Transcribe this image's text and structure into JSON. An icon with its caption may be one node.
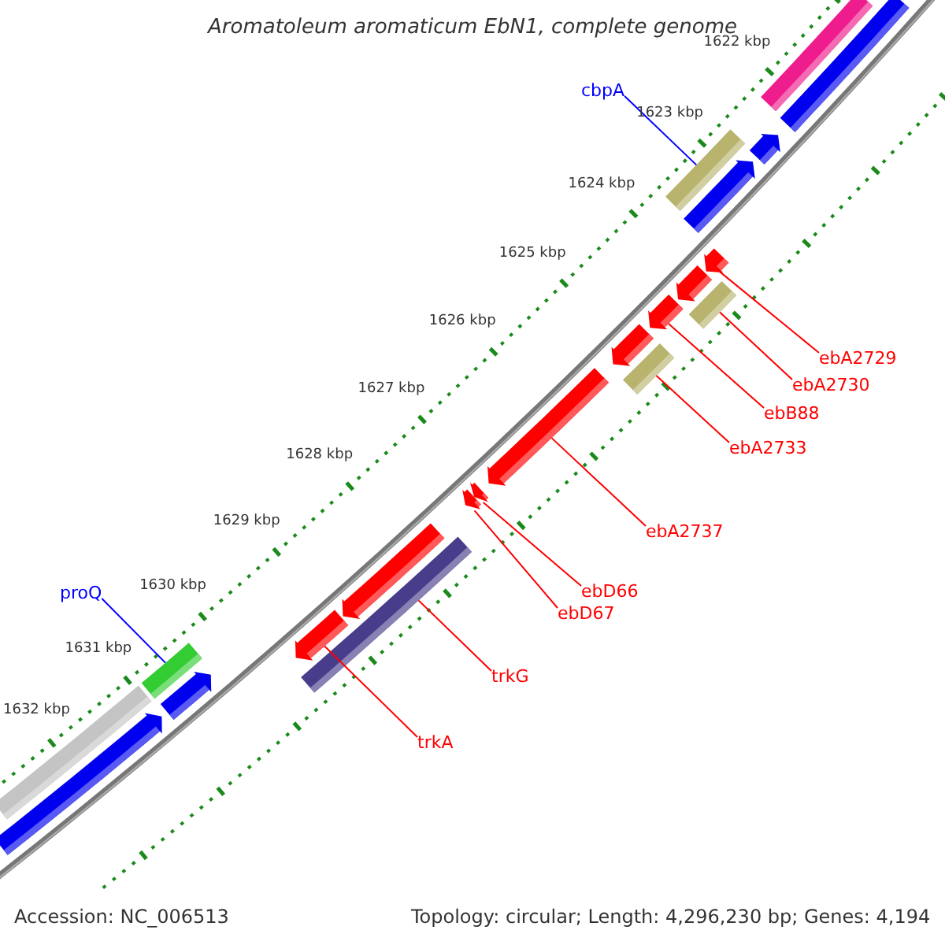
{
  "diagram": {
    "title": "Aromatoleum aromaticum EbN1, complete genome",
    "nodes": [
      {
        "text": [
          "cbpA"
        ]
      },
      {
        "text": [
          "ebA2729"
        ]
      },
      {
        "text": [
          "ebA2730"
        ]
      },
      {
        "text": [
          "ebB88"
        ]
      },
      {
        "text": [
          "ebA2733"
        ]
      },
      {
        "text": [
          "ebA2737"
        ]
      },
      {
        "text": [
          "ebD66"
        ]
      },
      {
        "text": [
          "proQ"
        ]
      },
      {
        "text": [
          "ebD67"
        ]
      },
      {
        "text": [
          "trkG"
        ]
      },
      {
        "text": [
          "trkA"
        ]
      },
      {
        "text": [],
        "shape": "bar"
      },
      {
        "text": [],
        "shape": "arrow"
      },
      {
        "text": [],
        "shape": "bar"
      },
      {
        "text": [],
        "shape": "arrow"
      },
      {
        "text": [],
        "shape": "bar"
      },
      {
        "text": [],
        "shape": "arrow"
      },
      {
        "text": [],
        "shape": "arrow"
      },
      {
        "text": [],
        "shape": "arrow"
      },
      {
        "text": [],
        "shape": "bar"
      },
      {
        "text": [],
        "shape": "bar"
      },
      {
        "text": [],
        "shape": "arrow"
      },
      {
        "text": [],
        "shape": "bar"
      },
      {
        "text": [],
        "shape": "bar"
      },
      {
        "text": [],
        "shape": "arrow"
      },
      {
        "text": [],
        "shape": "arrow"
      },
      {
        "text": [],
        "shape": "arrow"
      },
      {
        "text": [],
        "shape": "arrow"
      },
      {
        "text": [],
        "shape": "arrow"
      },
      {
        "text": [],
        "shape": "bar"
      },
      {
        "text": [],
        "shape": "arrow"
      },
      {
        "text": [],
        "shape": "arrow"
      }
    ],
    "edges": [
      {
        "from": 0,
        "to": 11,
        "arrow": "none",
        "color": "#0000ff"
      },
      {
        "from": 1,
        "to": 12,
        "arrow": "none"
      },
      {
        "from": 2,
        "to": 13,
        "arrow": "none"
      },
      {
        "from": 3,
        "to": 14,
        "arrow": "none"
      },
      {
        "from": 4,
        "to": 15,
        "arrow": "none"
      },
      {
        "from": 5,
        "to": 16,
        "arrow": "none"
      },
      {
        "from": 6,
        "to": 17,
        "arrow": "none"
      },
      {
        "from": 7,
        "to": 19,
        "arrow": "none",
        "color": "#0000ff"
      },
      {
        "from": 8,
        "to": 18,
        "arrow": "none"
      },
      {
        "from": 9,
        "to": 20,
        "arrow": "none"
      },
      {
        "from": 10,
        "to": 21,
        "arrow": "none"
      }
    ],
    "labels": [
      "1622 kbp",
      "1623 kbp",
      "1624 kbp",
      "1625 kbp",
      "1626 kbp",
      "1627 kbp",
      "1628 kbp",
      "1629 kbp",
      "1630 kbp",
      "1631 kbp",
      "1632 kbp",
      "Accession: NC_006513",
      "Topology: circular; Length: 4,296,230 bp; Genes: 4,194"
    ]
  }
}
